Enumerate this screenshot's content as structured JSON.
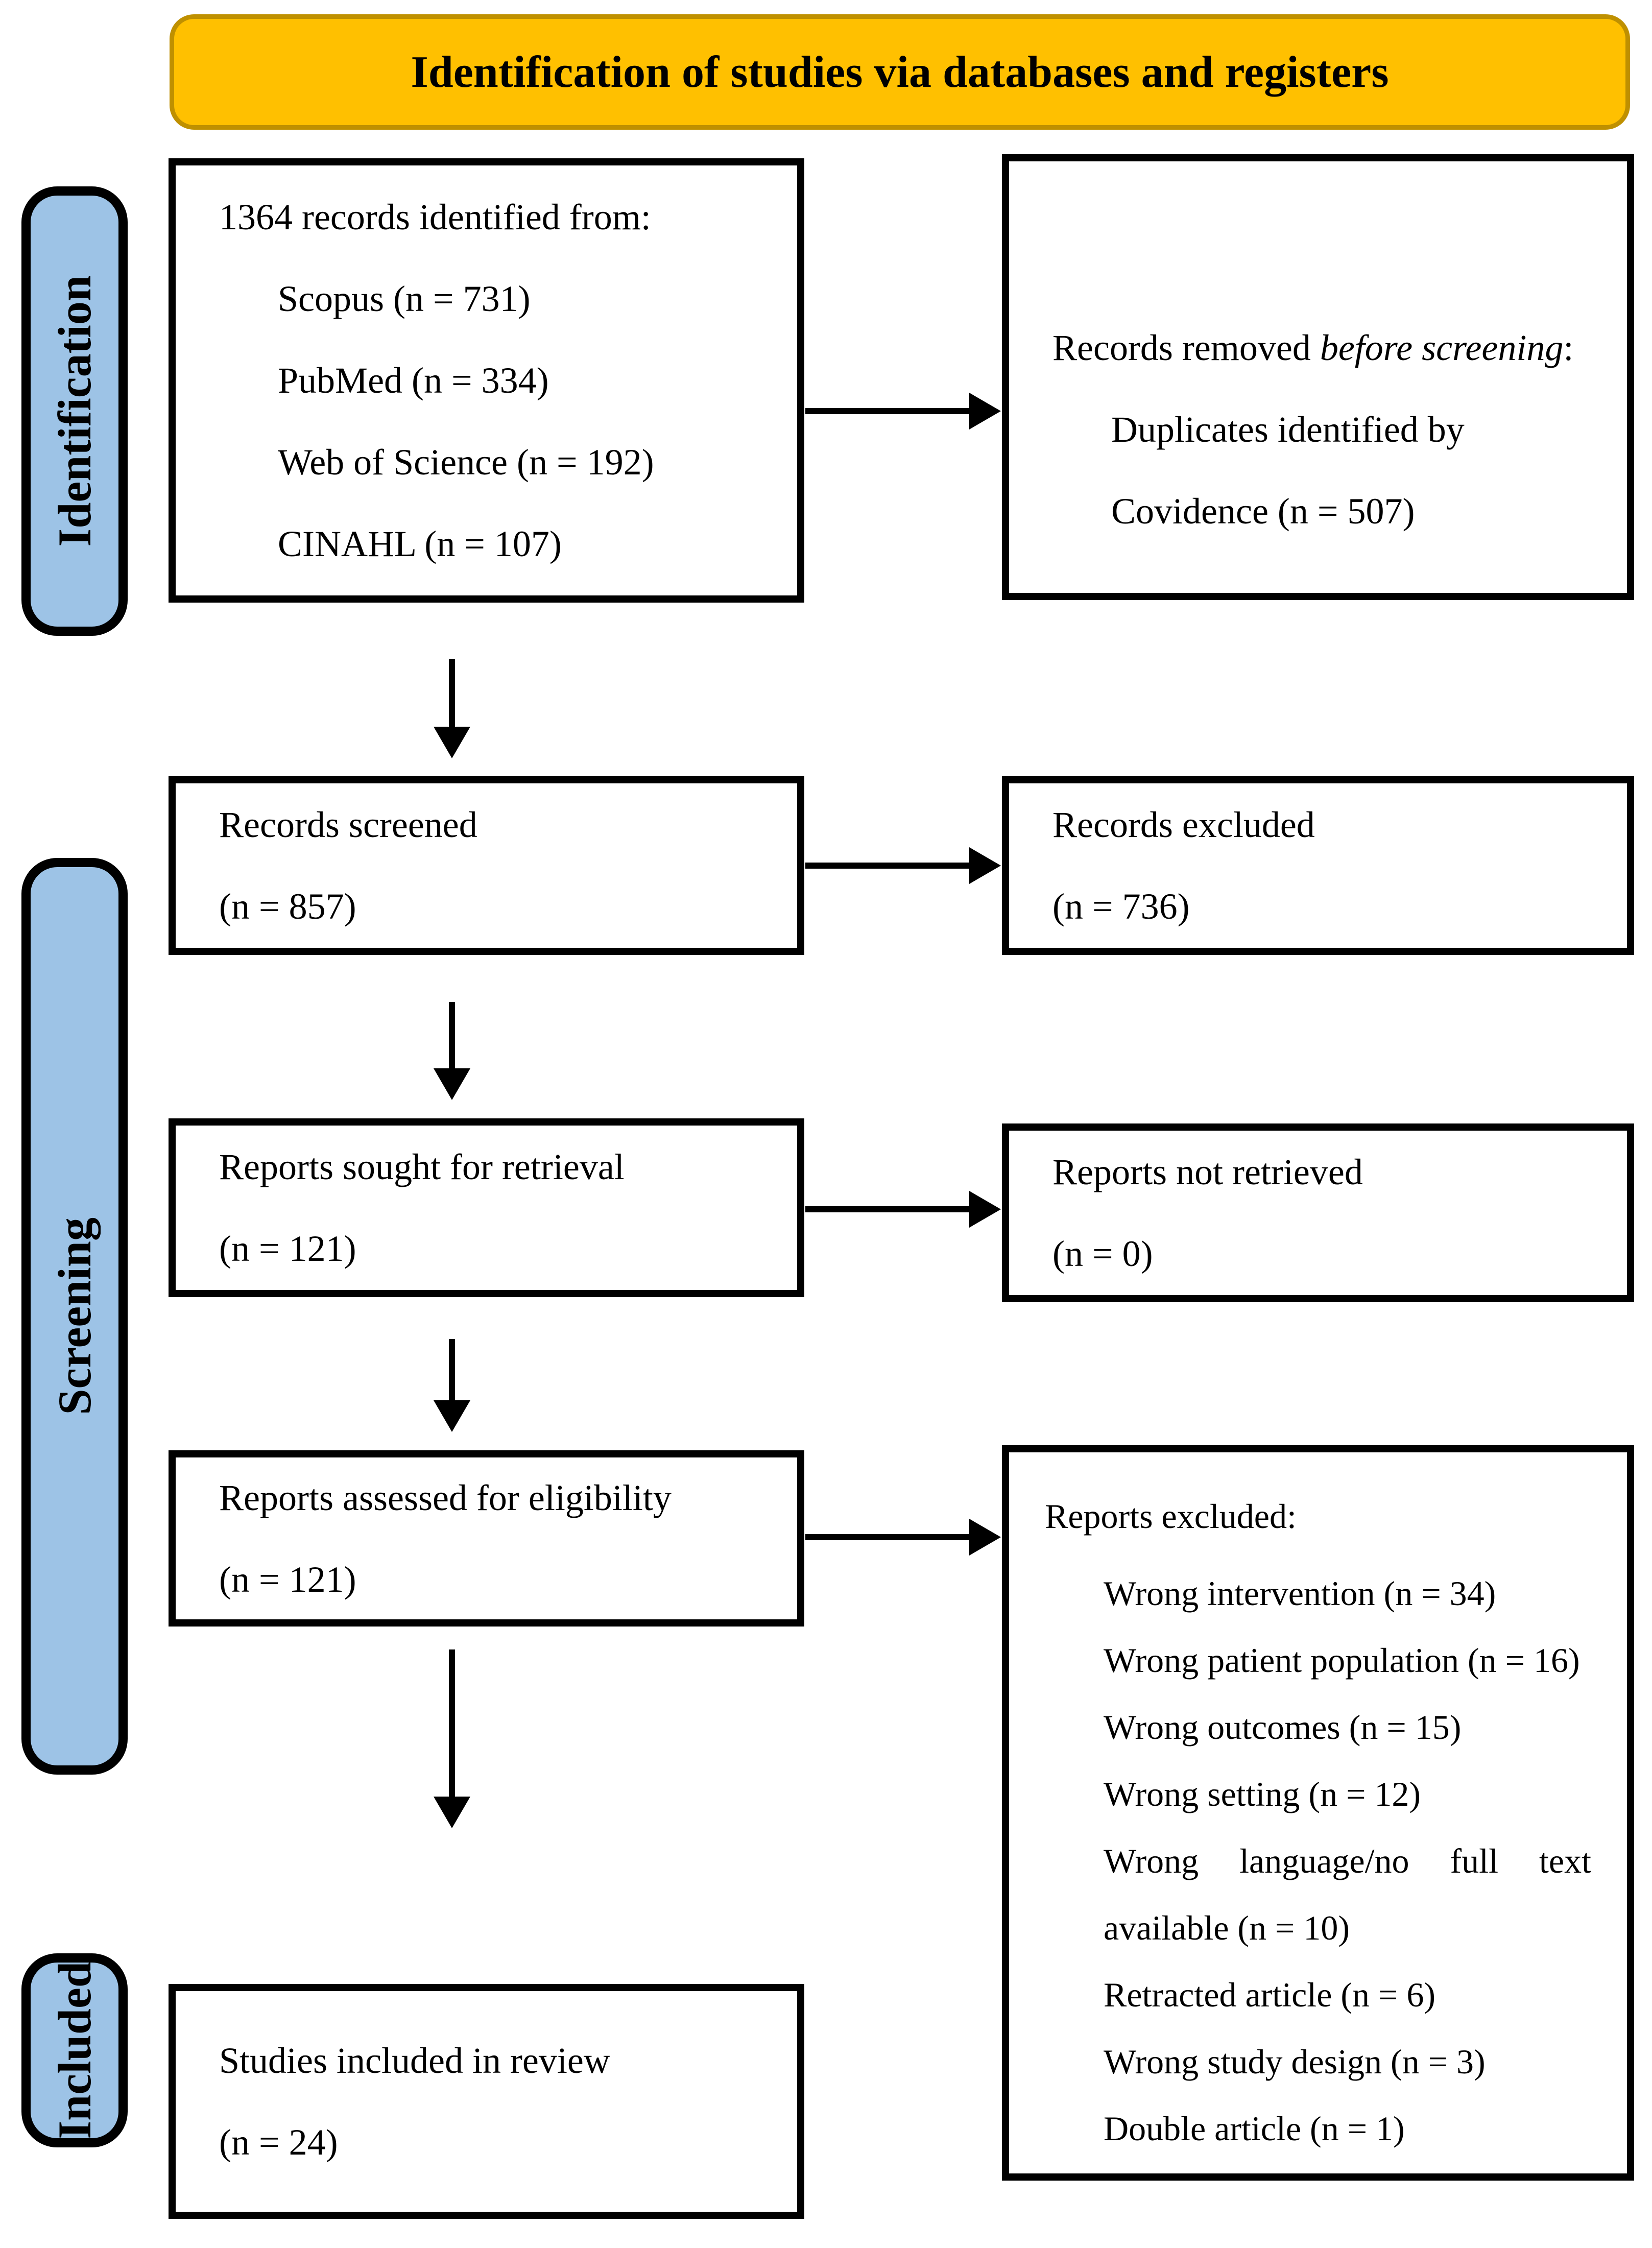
{
  "banner": {
    "title": "Identification of studies via databases and registers"
  },
  "sidebar": {
    "identification": "Identification",
    "screening": "Screening",
    "included": "Included"
  },
  "boxes": {
    "records_identified": {
      "intro": "1364 records identified from:",
      "items": [
        "Scopus (n = 731)",
        "PubMed (n = 334)",
        "Web of Science (n = 192)",
        "CINAHL (n = 107)"
      ]
    },
    "records_removed": {
      "intro_prefix": "Records removed ",
      "intro_italic": "before screening",
      "intro_suffix": ":",
      "items": [
        "Duplicates identified by Covidence (n = 507)"
      ]
    },
    "records_screened": {
      "line1": "Records screened",
      "line2": "(n = 857)"
    },
    "records_excluded": {
      "line1": "Records excluded",
      "line2": "(n = 736)"
    },
    "reports_sought": {
      "line1": "Reports sought for retrieval",
      "line2": "(n = 121)"
    },
    "reports_not_retrieved": {
      "line1": "Reports not retrieved",
      "line2": "(n = 0)"
    },
    "reports_assessed": {
      "line1": "Reports assessed for eligibility",
      "line2": "(n = 121)"
    },
    "reports_excluded": {
      "intro": "Reports excluded:",
      "items": [
        "Wrong intervention (n = 34)",
        "Wrong patient population (n = 16)",
        "Wrong outcomes (n = 15)",
        "Wrong setting (n = 12)",
        "Wrong language/no full text available (n = 10)",
        "Retracted article (n = 6)",
        "Wrong study design (n = 3)",
        "Double article (n = 1)"
      ]
    },
    "studies_included": {
      "line1": "Studies included in review",
      "line2": "(n = 24)"
    }
  },
  "colors": {
    "banner_bg": "#FFC000",
    "banner_border": "#BF9000",
    "stage_label_bg": "#9DC3E6",
    "box_border": "#000000"
  }
}
